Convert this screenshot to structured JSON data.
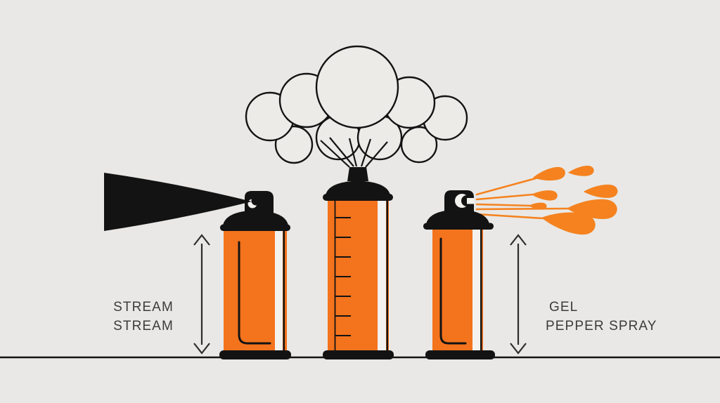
{
  "colors": {
    "bg": "#e9e8e6",
    "ink": "#131313",
    "can_orange": "#f4731d",
    "gel_orange": "#f5821f",
    "stripe": "#f3f2ef",
    "cloud": "#ecebe8",
    "text": "#3b3b3b",
    "arrow": "#2c2c2c"
  },
  "labels": {
    "stream": {
      "line1": "STREAM",
      "line2": "STREAM"
    },
    "gel": {
      "line1": "GEL",
      "line2": "PEPPER SPRAY"
    }
  },
  "diagram": {
    "cans": [
      {
        "id": "stream-can",
        "spray_type": "stream-cone",
        "height_arrow": true
      },
      {
        "id": "fog-can",
        "spray_type": "fog-cloud",
        "graduation_ticks": 7
      },
      {
        "id": "gel-can",
        "spray_type": "gel-droplets",
        "height_arrow": true
      }
    ],
    "ground_line": true
  }
}
